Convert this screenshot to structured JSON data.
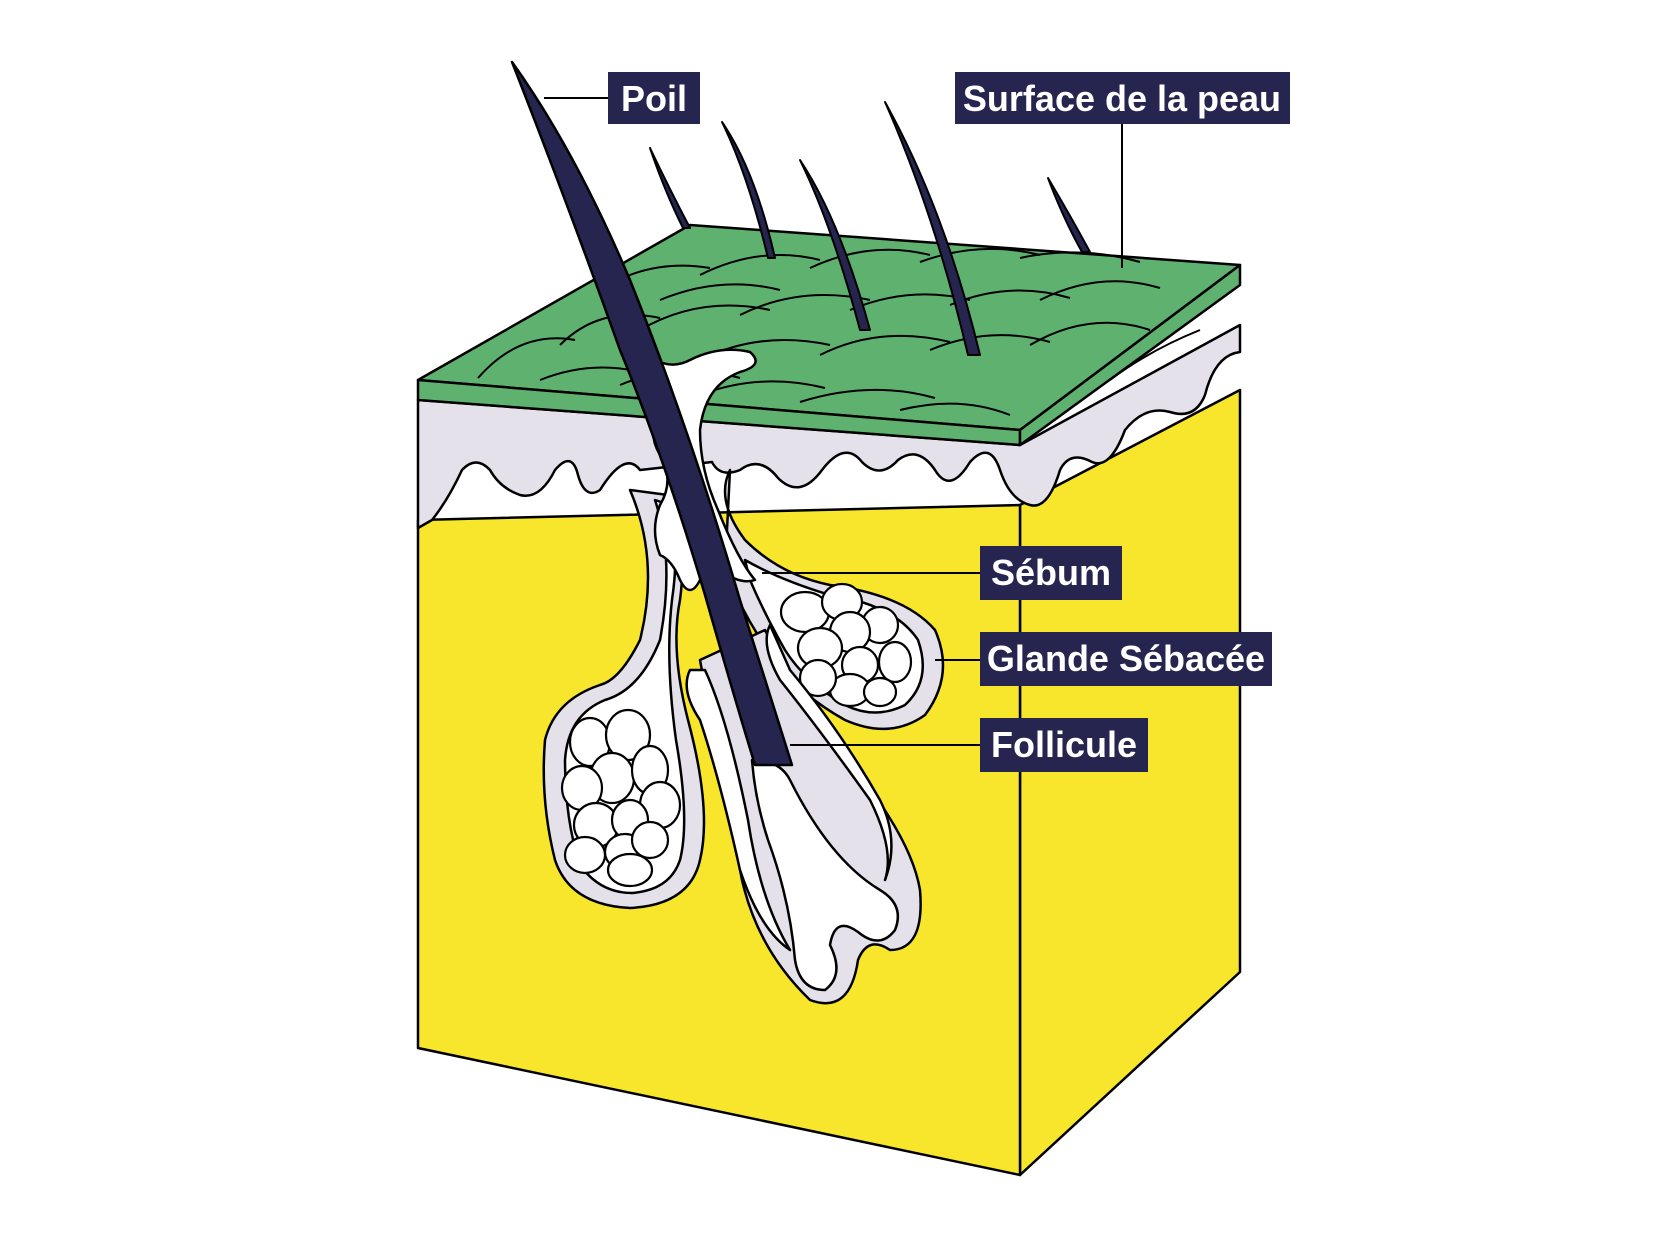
{
  "colors": {
    "fat": "#f7e62b",
    "dermis": "#e4e1ea",
    "epidermis": "#5fb170",
    "hair": "#262550",
    "label_bg": "#262550",
    "label_text": "#ffffff",
    "white": "#ffffff"
  },
  "labels": {
    "hair": "Poil",
    "skin_surface": "Surface de la peau",
    "sebum": "Sébum",
    "sebaceous_gland": "Glande Sébacée",
    "follicle": "Follicule"
  }
}
